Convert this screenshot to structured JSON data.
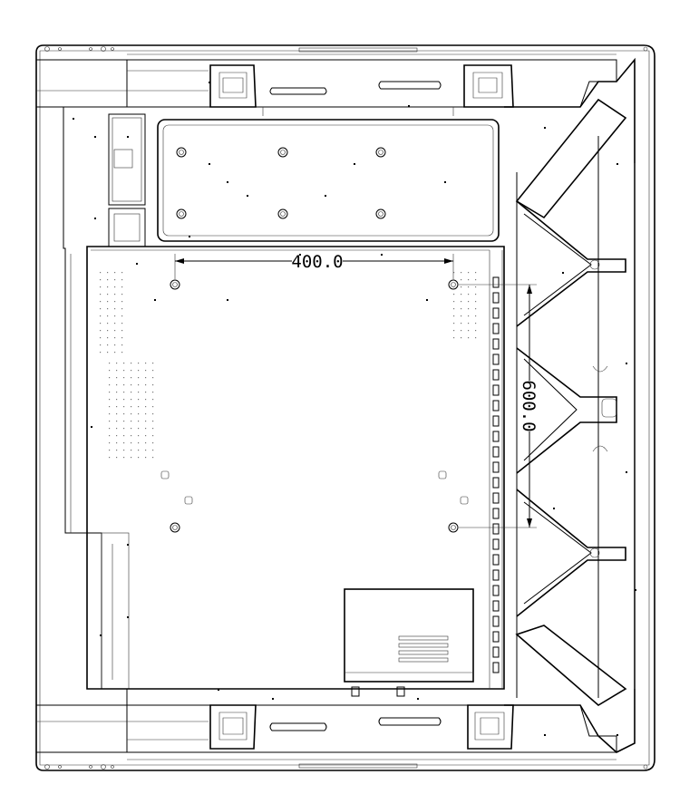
{
  "drawing": {
    "dimensions": {
      "horizontal_label": "400.0",
      "vertical_label": "600.0"
    },
    "vesa_pattern": {
      "width_mm": 400.0,
      "height_mm": 600.0
    }
  }
}
